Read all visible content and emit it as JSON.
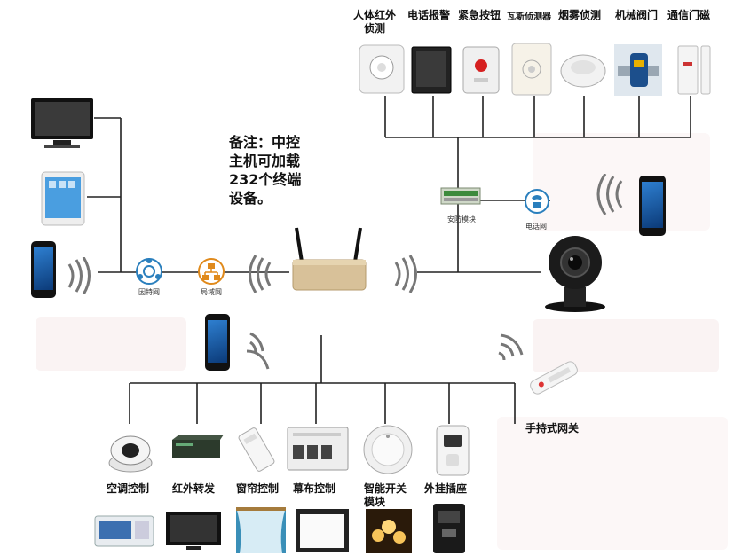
{
  "note": {
    "text": "备注：中控\n主机可加载\n232个终端\n设备。"
  },
  "network_labels": {
    "internet": "因特网",
    "lan": "局域网",
    "security_module": "安防模块",
    "phone_network": "电话网"
  },
  "sensors": [
    {
      "label": "人体红外\n侦测",
      "icon": "pir-sensor-icon"
    },
    {
      "label": "电话报警",
      "icon": "phone-alarm-icon"
    },
    {
      "label": "紧急按钮",
      "icon": "panic-button-icon"
    },
    {
      "label": "瓦斯侦测器",
      "icon": "gas-detector-icon"
    },
    {
      "label": "烟雾侦测",
      "icon": "smoke-detector-icon"
    },
    {
      "label": "机械阀门",
      "icon": "valve-icon"
    },
    {
      "label": "通信门磁",
      "icon": "door-sensor-icon"
    }
  ],
  "handheld_gateway": {
    "label": "手持式网关"
  },
  "controllers": [
    {
      "label": "空调控制",
      "icon": "ac-controller-icon"
    },
    {
      "label": "红外转发",
      "icon": "ir-forwarder-icon"
    },
    {
      "label": "窗帘控制",
      "icon": "curtain-controller-icon"
    },
    {
      "label": "幕布控制",
      "icon": "screen-controller-icon"
    },
    {
      "label": "智能开关\n模块",
      "icon": "smart-switch-icon"
    },
    {
      "label": "外挂插座",
      "icon": "socket-icon"
    }
  ],
  "appliances": [
    {
      "icon": "air-conditioner-icon"
    },
    {
      "icon": "television-icon"
    },
    {
      "icon": "curtain-icon"
    },
    {
      "icon": "projector-screen-icon"
    },
    {
      "icon": "lamp-icon"
    },
    {
      "icon": "water-dispenser-icon"
    }
  ],
  "colors": {
    "wire": "#222222",
    "router": "#d8c199",
    "phone_screen": "#1f5fae",
    "background_block": "#f5e9e9"
  }
}
